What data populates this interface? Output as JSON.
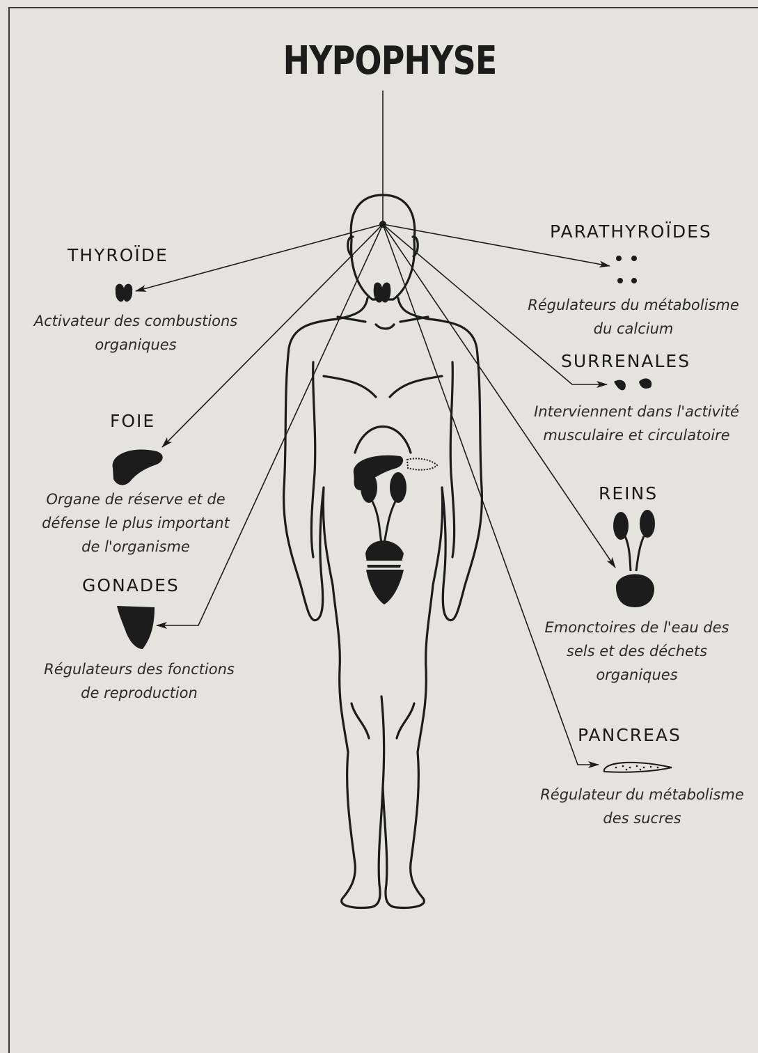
{
  "title": "HYPOPHYSE",
  "glands": {
    "thyroide": {
      "name": "THYROÏDE",
      "lines": [
        "Activateur des combustions",
        "organiques"
      ]
    },
    "foie": {
      "name": "FOIE",
      "lines": [
        "Organe de réserve et de",
        "défense le plus important",
        "de l'organisme"
      ]
    },
    "gonades": {
      "name": "GONADES",
      "lines": [
        "Régulateurs des fonctions",
        "de reproduction"
      ]
    },
    "parathyroides": {
      "name": "PARATHYROÏDES",
      "lines": [
        "Régulateurs du métabolisme",
        "du calcium"
      ]
    },
    "surrenales": {
      "name": "SURRENALES",
      "lines": [
        "Interviennent dans l'activité",
        "musculaire et circulatoire"
      ]
    },
    "reins": {
      "name": "REINS",
      "lines": [
        "Emonctoires de l'eau des",
        "sels et des déchets",
        "organiques"
      ]
    },
    "pancreas": {
      "name": "PANCREAS",
      "lines": [
        "Régulateur du métabolisme",
        "des sucres"
      ]
    }
  }
}
